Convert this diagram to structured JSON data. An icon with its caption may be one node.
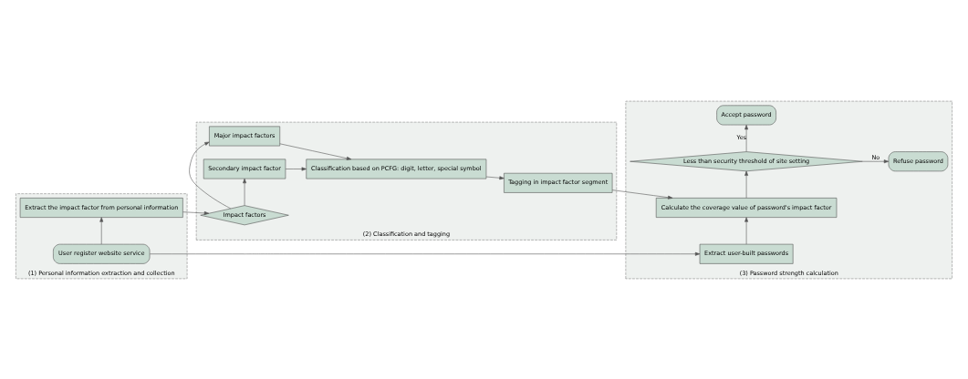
{
  "diagram": {
    "nodes": [
      {
        "text": [
          "(1) Personal information extraction and collection"
        ]
      },
      {
        "text": [
          "User register website service"
        ],
        "in": 0
      },
      {
        "text": [
          "Extract the impact factor from personal information"
        ],
        "in": 0
      },
      {
        "text": [
          "(2) Classification and tagging"
        ]
      },
      {
        "text": [
          "Major impact factors"
        ],
        "in": 3
      },
      {
        "text": [
          "Impact factors"
        ],
        "in": 3
      },
      {
        "text": [
          "Secondary impact factor"
        ],
        "in": 3
      },
      {
        "text": [
          "Classification based on PCFG: digit, letter, special symbol"
        ],
        "in": 3
      },
      {
        "text": [
          "Tagging in impact factor segment"
        ],
        "in": 3
      },
      {
        "text": [
          "(3) Password strength calculation"
        ]
      },
      {
        "text": [
          "Extract user-built passwords"
        ],
        "in": 9
      },
      {
        "text": [
          "Calculate the coverage value of password's impact factor"
        ],
        "in": 9
      },
      {
        "text": [
          "Less than security threshold of site setting"
        ],
        "in": 9
      },
      {
        "text": [
          "Refuse password"
        ],
        "in": 9
      },
      {
        "text": [
          "Accept password"
        ],
        "in": 9
      }
    ],
    "edges": [
      {
        "from": 1,
        "to": 2,
        "arrow": "to"
      },
      {
        "from": 1,
        "to": 10,
        "arrow": "to"
      },
      {
        "from": 2,
        "to": 5,
        "arrow": "to"
      },
      {
        "from": 5,
        "to": 4,
        "arrow": "to"
      },
      {
        "from": 5,
        "to": 6,
        "arrow": "to"
      },
      {
        "from": 4,
        "to": 7,
        "arrow": "to"
      },
      {
        "from": 6,
        "to": 7,
        "arrow": "to"
      },
      {
        "from": 7,
        "to": 8,
        "arrow": "to"
      },
      {
        "from": 8,
        "to": 11,
        "arrow": "to"
      },
      {
        "from": 10,
        "to": 11,
        "arrow": "to"
      },
      {
        "from": 11,
        "to": 12,
        "arrow": "to"
      },
      {
        "from": 12,
        "to": 13,
        "arrow": "to",
        "label": "No"
      },
      {
        "from": 12,
        "to": 14,
        "arrow": "to",
        "label": "Yes"
      }
    ]
  }
}
